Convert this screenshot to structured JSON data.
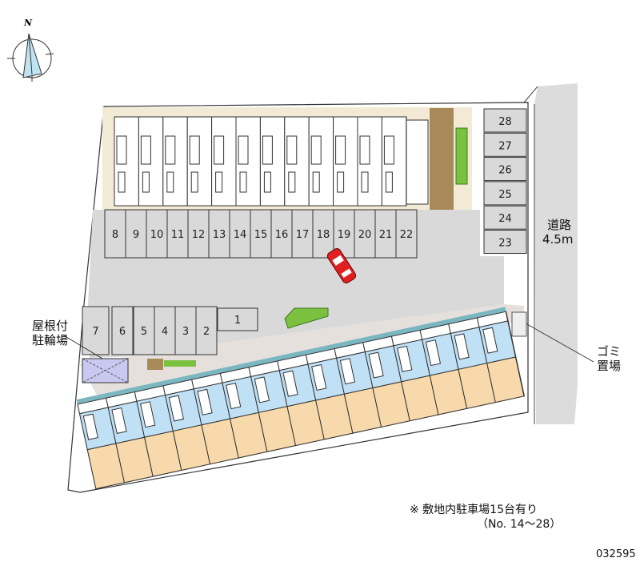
{
  "compass": {
    "label": "N"
  },
  "labels": {
    "bicycle_parking": [
      "屋根付",
      "駐輪場"
    ],
    "road": [
      "道路",
      "4.5m"
    ],
    "garbage": [
      "ゴミ",
      "置場"
    ]
  },
  "note": {
    "line1": "※ 敷地内駐車場15台有り",
    "line2": "（No. 14～28）"
  },
  "code": "032595",
  "parking": {
    "top_row": [
      "8",
      "9",
      "10",
      "11",
      "12",
      "13",
      "14",
      "15",
      "16",
      "17",
      "18",
      "19",
      "20",
      "21",
      "22"
    ],
    "right_column": [
      "28",
      "27",
      "26",
      "25",
      "24",
      "23"
    ],
    "bottom_row": [
      "7",
      "6",
      "5",
      "4",
      "3",
      "2"
    ],
    "single": "1"
  },
  "colors": {
    "lot": "#d9d9d9",
    "road": "#dcdcdc",
    "beige": "#f3ead6",
    "unit_blue": "#bfe0f5",
    "unit_tan": "#f8d9ab",
    "car": "#e02020",
    "green": "#7cc040"
  }
}
